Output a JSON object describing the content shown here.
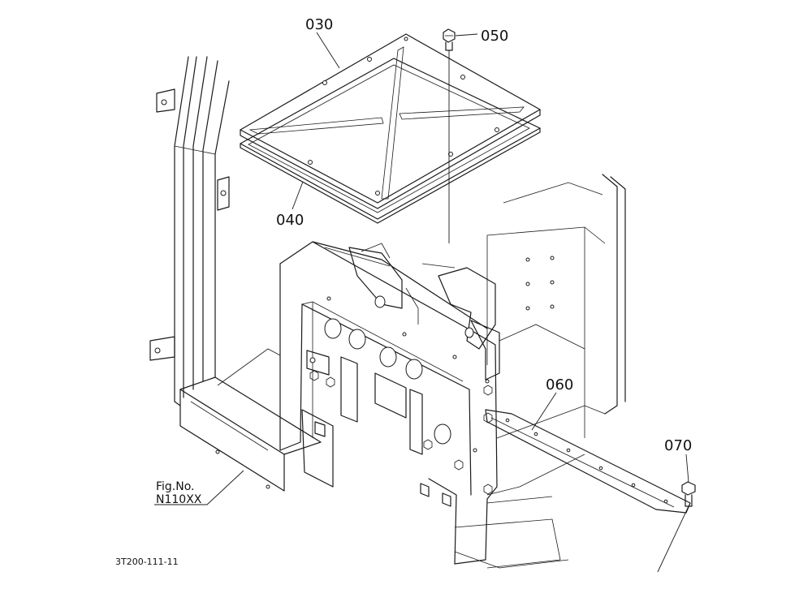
{
  "callouts": {
    "p030": "030",
    "p040": "040",
    "p050": "050",
    "p060": "060",
    "p070": "070"
  },
  "reference": {
    "line1": "Fig.No.",
    "line2": "N110XX"
  },
  "diagram_code": "3T200-111-11"
}
